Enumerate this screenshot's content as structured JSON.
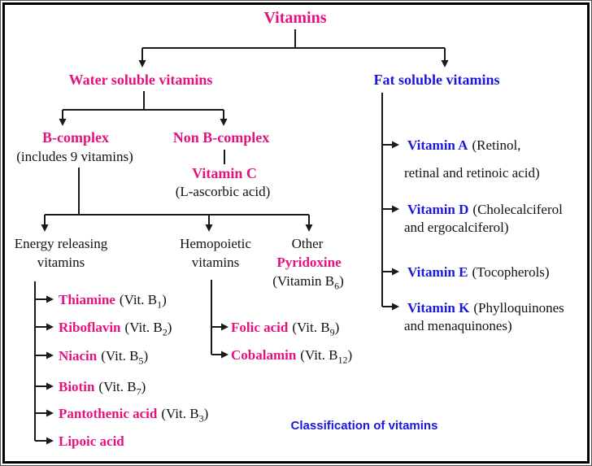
{
  "colors": {
    "pink": "#E4127E",
    "blue": "#1A17DB",
    "line": "#1A1A1A"
  },
  "title": "Vitamins",
  "caption": "Classification of vitamins",
  "water": {
    "label": "Water soluble vitamins",
    "b_complex": {
      "label": "B-complex",
      "note": "(includes 9 vitamins)"
    },
    "non_b": {
      "label": "Non B-complex",
      "child": "Vitamin C",
      "child_note": "(L-ascorbic acid)"
    },
    "energy": {
      "label1": "Energy releasing",
      "label2": "vitamins",
      "items": [
        {
          "name": "Thiamine",
          "pre": "(Vit. B",
          "sub": "1",
          "post": ")"
        },
        {
          "name": "Riboflavin",
          "pre": "(Vit. B",
          "sub": "2",
          "post": ")"
        },
        {
          "name": "Niacin",
          "pre": "(Vit. B",
          "sub": "5",
          "post": ")"
        },
        {
          "name": "Biotin",
          "pre": "(Vit. B",
          "sub": "7",
          "post": ")"
        },
        {
          "name": "Pantothenic acid",
          "pre": "(Vit. B",
          "sub": "3",
          "post": ")"
        },
        {
          "name": "Lipoic acid",
          "pre": "",
          "sub": "",
          "post": ""
        }
      ]
    },
    "hemo": {
      "label1": "Hemopoietic",
      "label2": "vitamins",
      "items": [
        {
          "name": "Folic acid",
          "pre": "(Vit. B",
          "sub": "9",
          "post": ")"
        },
        {
          "name": "Cobalamin",
          "pre": "(Vit. B",
          "sub": "12",
          "post": ")"
        }
      ]
    },
    "other": {
      "label": "Other",
      "name": "Pyridoxine",
      "pre": "(Vitamin B",
      "sub": "6",
      "post": ")"
    }
  },
  "fat": {
    "label": "Fat soluble vitamins",
    "items": [
      {
        "name": "Vitamin A",
        "d1": "(Retinol,",
        "d2": "retinal and retinoic acid)"
      },
      {
        "name": "Vitamin D",
        "d1": "(Cholecalciferol",
        "d2": "and ergocalciferol)"
      },
      {
        "name": "Vitamin E",
        "d1": "(Tocopherols)",
        "d2": ""
      },
      {
        "name": "Vitamin K",
        "d1": "(Phylloquinones",
        "d2": "and menaquinones)"
      }
    ]
  }
}
